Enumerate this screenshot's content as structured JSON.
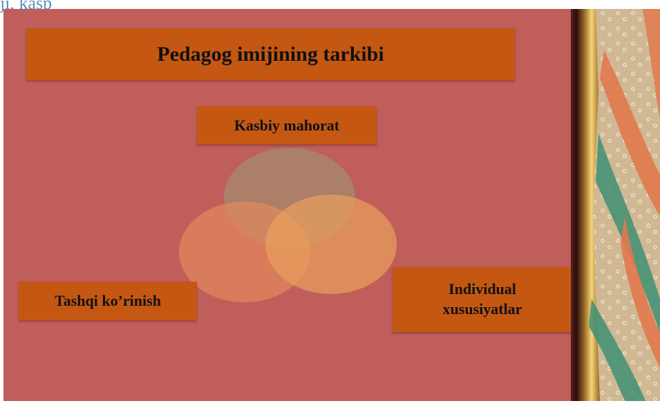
{
  "page_header": {
    "caption": "ji, kasp"
  },
  "slide": {
    "title": "Pedagog imijining tarkibi",
    "circles": [
      {
        "label": "Kasbiy mahorat",
        "fill": "#a48b6c"
      },
      {
        "label": "Tashqi ko’rinish",
        "fill": "#e08a5a"
      },
      {
        "label": "Individual xususiyatlar",
        "fill": "#e79b5a"
      }
    ],
    "labels": {
      "top": "Kasbiy mahorat",
      "left": "Tashqi ko’rinish",
      "right_line1": "Individual",
      "right_line2": "xususiyatlar"
    }
  },
  "colors": {
    "slide_background": "#c05e5c",
    "box_fill": "#c45712",
    "caption_text": "#5b8fb9"
  },
  "decoration": {
    "icon": "floral-pattern-strip"
  }
}
